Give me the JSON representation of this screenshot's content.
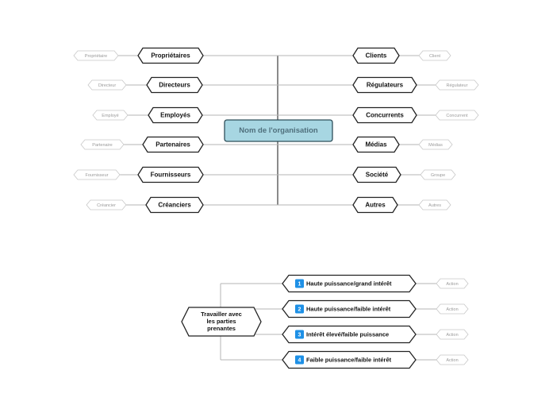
{
  "organization": {
    "title": "Nom de l'organisation",
    "left": [
      {
        "label": "Propriétaires",
        "leaf": "Propriétaire"
      },
      {
        "label": "Directeurs",
        "leaf": "Directeur"
      },
      {
        "label": "Employés",
        "leaf": "Employé"
      },
      {
        "label": "Partenaires",
        "leaf": "Partenaire"
      },
      {
        "label": "Fournisseurs",
        "leaf": "Fournisseur"
      },
      {
        "label": "Créanciers",
        "leaf": "Créancier"
      }
    ],
    "right": [
      {
        "label": "Clients",
        "leaf": "Client"
      },
      {
        "label": "Régulateurs",
        "leaf": "Régulateur"
      },
      {
        "label": "Concurrents",
        "leaf": "Concurrent"
      },
      {
        "label": "Médias",
        "leaf": "Médias"
      },
      {
        "label": "Société",
        "leaf": "Groupe"
      },
      {
        "label": "Autres",
        "leaf": "Autres"
      }
    ]
  },
  "working": {
    "title": "Travailler avec les parties prenantes",
    "title_lines": [
      "Travailler avec",
      "les parties",
      "prenantes"
    ],
    "priorities": [
      {
        "number": "1",
        "label": "Haute puissance/grand intérêt",
        "action": "Action"
      },
      {
        "number": "2",
        "label": "Haute puissance/faible intérêt",
        "action": "Action"
      },
      {
        "number": "3",
        "label": "Intérêt élevé/faible puissance",
        "action": "Action"
      },
      {
        "number": "4",
        "label": "Faible puissance/faible intérêt",
        "action": "Action"
      }
    ]
  },
  "colors": {
    "title_fill": "#a7d6e2",
    "title_stroke": "#2f4f5a",
    "node_stroke": "#222222",
    "leaf_stroke": "#c8c8c8",
    "line": "#b5b5b5",
    "trunk": "#8a8a8a",
    "number_badge": "#1e90e6"
  }
}
